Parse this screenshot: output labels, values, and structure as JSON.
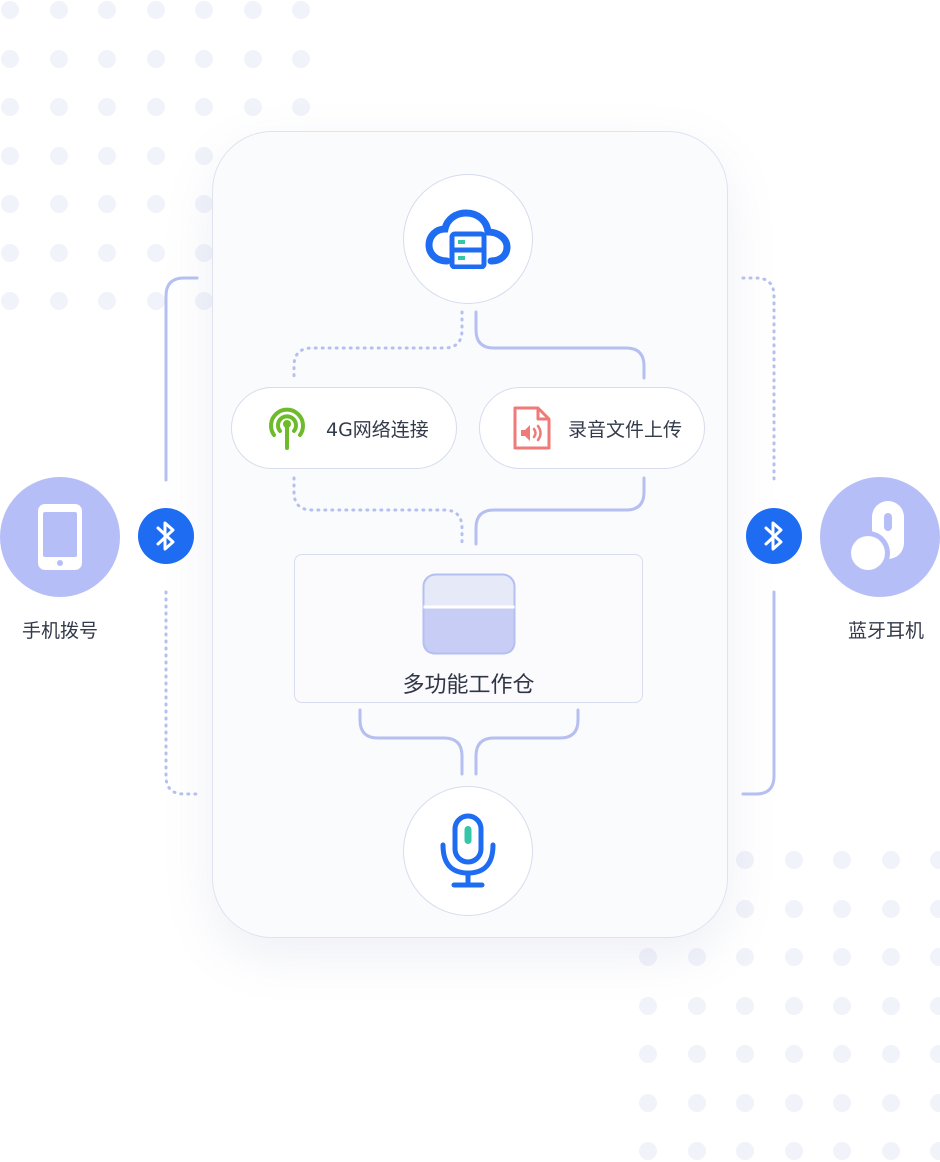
{
  "colors": {
    "accent_blue": "#1d6cf2",
    "wire": "#b5bff0",
    "device_fill": "#b6bef7",
    "signal_green": "#6dbb2a",
    "audio_red": "#f07a78",
    "mic_teal": "#33c7a8"
  },
  "nodes": {
    "cloud": {
      "icon": "cloud-server-icon"
    },
    "network": {
      "label": "4G网络连接",
      "icon": "signal-antenna-icon"
    },
    "upload": {
      "label": "录音文件上传",
      "icon": "audio-file-icon"
    },
    "hub": {
      "label": "多功能工作仓",
      "icon": "storage-box-icon"
    },
    "mic": {
      "icon": "microphone-icon"
    }
  },
  "devices": {
    "phone": {
      "label": "手机拨号",
      "icon": "smartphone-icon"
    },
    "earphone": {
      "label": "蓝牙耳机",
      "icon": "bluetooth-earphone-icon"
    }
  },
  "connectors": {
    "left_icon": "bluetooth-icon",
    "right_icon": "bluetooth-icon"
  }
}
